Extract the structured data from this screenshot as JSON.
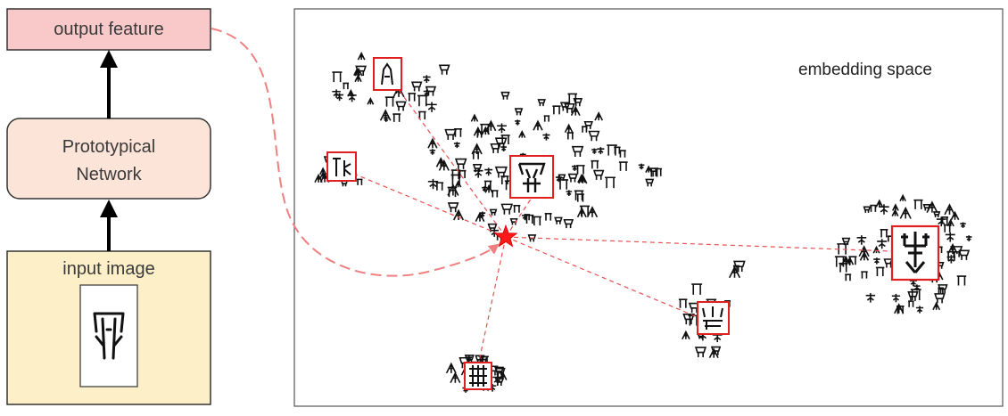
{
  "pipeline": {
    "output_label": "output feature",
    "network_label_line1": "Prototypical",
    "network_label_line2": "Network",
    "input_label": "input image"
  },
  "embedding": {
    "title": "embedding space",
    "query_marker": "star"
  },
  "colors": {
    "output_fill": "#f9c9c9",
    "network_fill": "#fce4d8",
    "input_fill": "#fdf0c8",
    "highlight": "#e01f1f",
    "link": "#e85050",
    "ink": "#111111"
  }
}
